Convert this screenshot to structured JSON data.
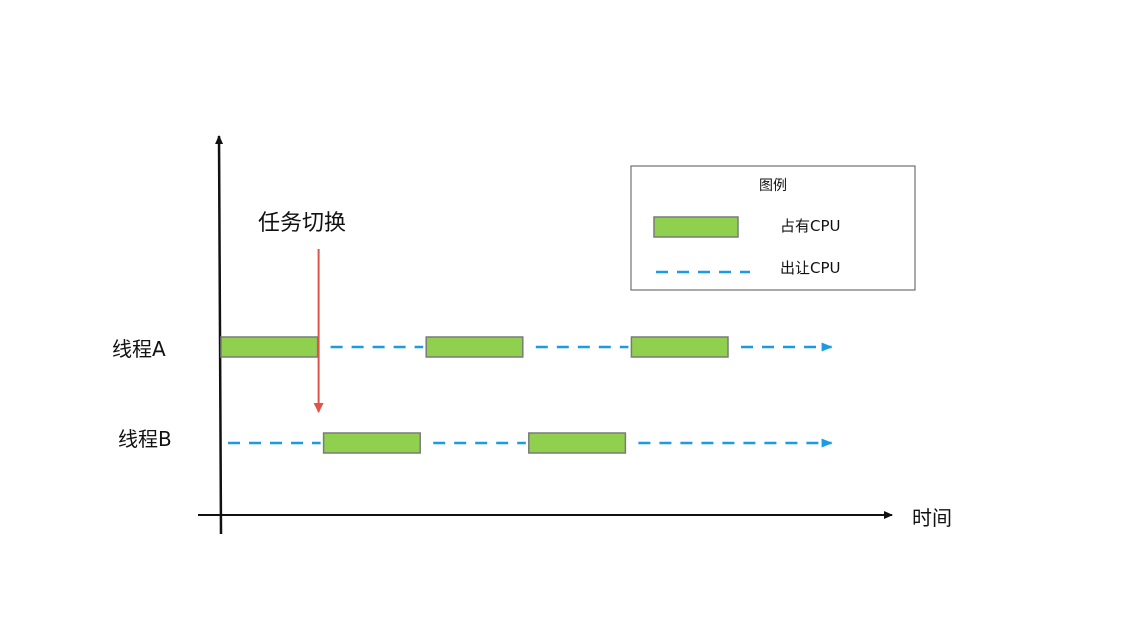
{
  "axes": {
    "x_label": "时间"
  },
  "threads": [
    {
      "label": "线程A",
      "occupy_segments": [
        [
          0,
          1
        ],
        [
          2,
          3
        ],
        [
          4,
          5
        ]
      ],
      "yield_segments": [
        [
          1,
          2
        ],
        [
          3,
          4
        ],
        [
          5,
          6
        ]
      ]
    },
    {
      "label": "线程B",
      "occupy_segments": [
        [
          1,
          2
        ],
        [
          3,
          4
        ]
      ],
      "yield_segments": [
        [
          0,
          1
        ],
        [
          2,
          3
        ],
        [
          4,
          6
        ]
      ]
    }
  ],
  "annotation": {
    "text": "任务切换",
    "at_time_slot": 1
  },
  "legend": {
    "title": "图例",
    "items": [
      {
        "label": "占有CPU",
        "style": "occupy"
      },
      {
        "label": "出让CPU",
        "style": "yield"
      }
    ]
  },
  "colors": {
    "occupy_fill": "#8fd14f",
    "occupy_stroke": "#7a7a7a",
    "yield_line": "#1a9be6",
    "switch_arrow": "#e0524a",
    "axis": "#111111"
  }
}
